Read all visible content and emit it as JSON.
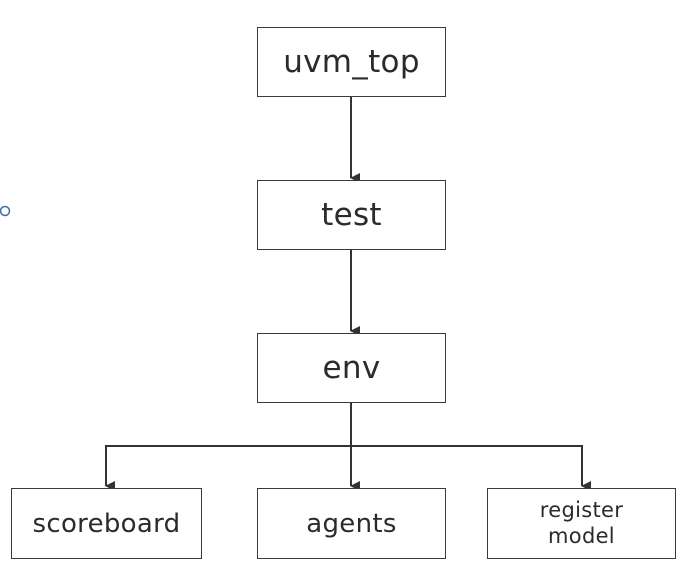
{
  "diagram": {
    "nodes": {
      "uvm_top": "uvm_top",
      "test": "test",
      "env": "env",
      "scoreboard": "scoreboard",
      "agents": "agents",
      "register_model": "register\nmodel"
    },
    "edges": [
      {
        "from": "uvm_top",
        "to": "test"
      },
      {
        "from": "test",
        "to": "env"
      },
      {
        "from": "env",
        "to": "scoreboard"
      },
      {
        "from": "env",
        "to": "agents"
      },
      {
        "from": "env",
        "to": "register_model"
      }
    ],
    "colors": {
      "line": "#333333",
      "border": "#3a3a3a",
      "text": "#2b2b2b",
      "marker": "#3a6fa8"
    }
  }
}
